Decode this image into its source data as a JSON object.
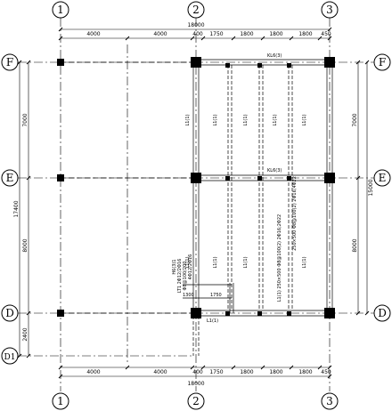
{
  "drawing": {
    "axes": {
      "vertical": [
        {
          "id": "1",
          "label": "1"
        },
        {
          "id": "2",
          "label": "2"
        },
        {
          "id": "3",
          "label": "3"
        }
      ],
      "horizontal": [
        {
          "id": "F",
          "label": "F"
        },
        {
          "id": "E",
          "label": "E"
        },
        {
          "id": "D",
          "label": "D"
        },
        {
          "id": "D1",
          "label": "D1"
        }
      ]
    },
    "dimensions": {
      "top_total": "18000",
      "top_segments": [
        "4000",
        "4000",
        "400",
        "1750",
        "1800",
        "1800",
        "1800",
        "450"
      ],
      "bottom_total": "18000",
      "bottom_segments": [
        "4000",
        "4000",
        "400",
        "1750",
        "1800",
        "1800",
        "1800",
        "450"
      ],
      "left_total": "17400",
      "left_segments": [
        "7000",
        "8000",
        "2400"
      ],
      "right_total": "15000",
      "right_segments": [
        "7000",
        "8000"
      ]
    },
    "beam_labels": {
      "kl_top": "KL6(3)",
      "kl_mid": "KL6(3)",
      "l1": "L1(1)",
      "l2": "L1(1)",
      "l3": "L1(1)",
      "l4": "L1(1)",
      "l5": "L1(1)",
      "l6": "L1(1)",
      "l7": "L1(1)",
      "l8": "L1(1)",
      "l9": "L1(1)",
      "l10": "L1(1)",
      "dim_1300": "1300",
      "dim_1750": "1750",
      "note_left": "LT1 2Φ12/2Φ16",
      "note_left2": "Φ8@100/200",
      "note_left3": "4Φ12/2Φ16",
      "note_left4": "H6(3)1",
      "note_mid": "L1(1) 250×500 Φ8@100(2) 2Φ16;2Φ22",
      "note_right": "250×500 Φ8@100(2) 2Φ16;4Φ22"
    }
  }
}
